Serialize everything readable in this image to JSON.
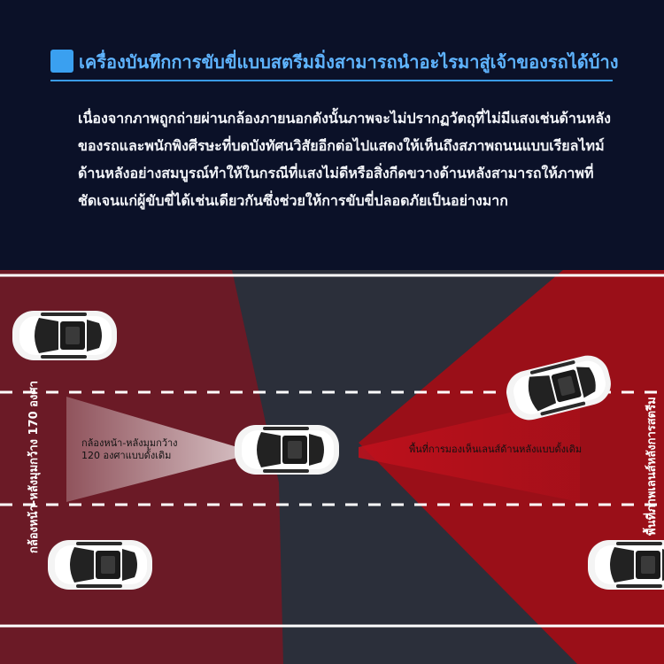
{
  "header": {
    "title": "เครื่องบันทึกการขับขี่แบบสตรีมมิ่งสามารถนำอะไรมาสู่เจ้าของรถได้บ้าง",
    "paragraph": "เนื่องจากภาพถูกถ่ายผ่านกล้องภายนอกดังนั้นภาพจะไม่ปรากฏวัตถุที่ไม่มีแสงเช่นด้านหลังของรถและพนักพิงศีรษะที่บดบังทัศนวิสัยอีกต่อไปแสดงให้เห็นถึงสภาพถนนแบบเรียลไทม์ด้านหลังอย่างสมบูรณ์ทำให้ในกรณีที่แสงไม่ดีหรือสิ่งกีดขวางด้านหลังสามารถให้ภาพที่ชัดเจนแก่ผู้ขับขี่ได้เช่นเดียวกันซึ่งช่วยให้การขับขี่ปลอดภัยเป็นอย่างมาก"
  },
  "scene": {
    "left_vertical_label": "กล้องหน้า-หลังมุมกว้าง 170 องศา",
    "right_vertical_label": "พื้นที่ภาพเลนส์หลังการสตรีม",
    "traditional_cone_label_line1": "กล้องหน้า-หลังมุมกว้าง",
    "traditional_cone_label_line2": "120 องศาแบบดั้งเดิม",
    "rear_view_label": "พื้นที่การมองเห็นเลนส์ด้านหลังแบบดั้งเดิม",
    "colors": {
      "left_zone": "#6b1a26",
      "right_zone": "#9a0f18",
      "road": "#2b2f3a",
      "title": "#5fb4ff"
    }
  }
}
